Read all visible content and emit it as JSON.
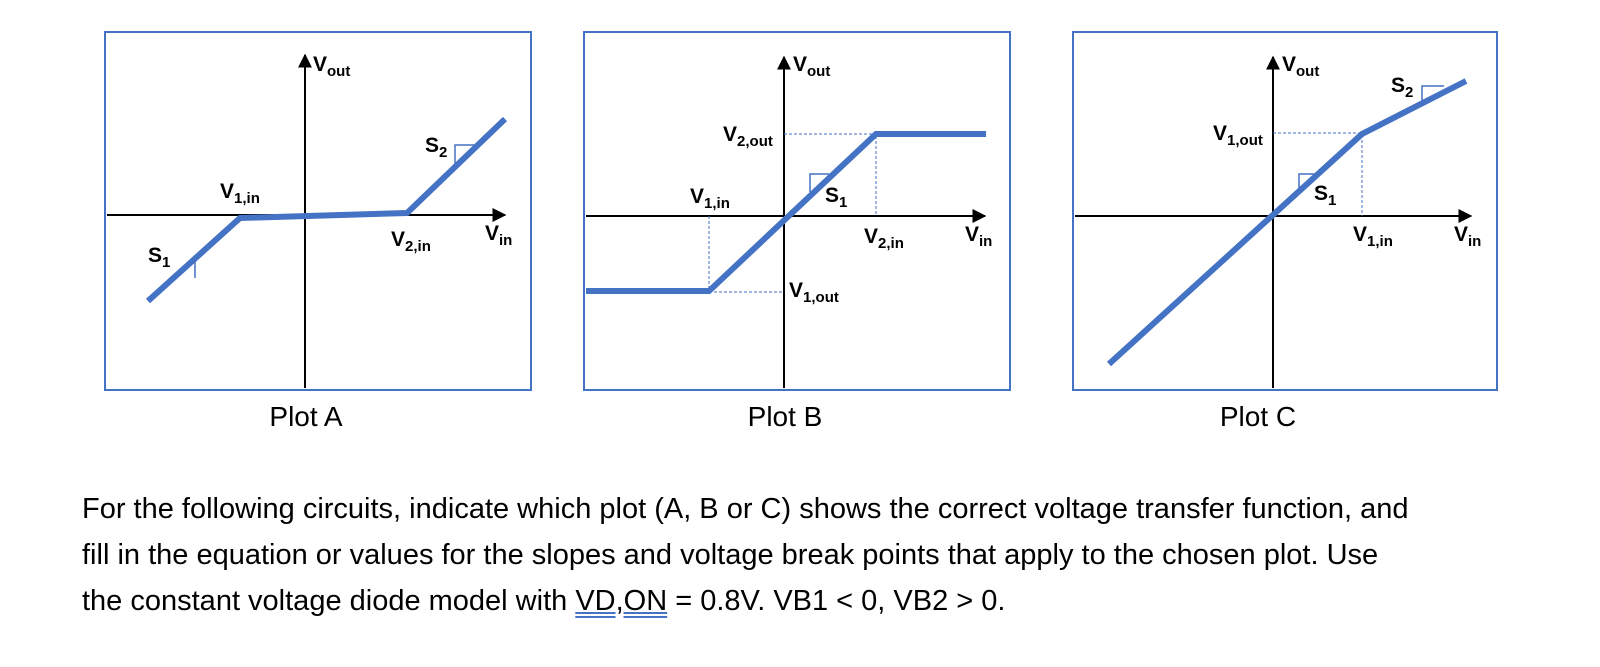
{
  "plots": [
    {
      "caption": "Plot A",
      "labels": {
        "vout": "V",
        "vout_sub": "out",
        "vin": "V",
        "vin_sub": "in",
        "v1in": "V",
        "v1in_sub": "1,in",
        "v2in": "V",
        "v2in_sub": "2,in",
        "s1": "S",
        "s1_sub": "1",
        "s2": "S",
        "s2_sub": "2"
      }
    },
    {
      "caption": "Plot B",
      "labels": {
        "vout": "V",
        "vout_sub": "out",
        "vin": "V",
        "vin_sub": "in",
        "v2out": "V",
        "v2out_sub": "2,out",
        "v1in": "V",
        "v1in_sub": "1,in",
        "s1": "S",
        "s1_sub": "1",
        "v2in": "V",
        "v2in_sub": "2,in",
        "v1out": "V",
        "v1out_sub": "1,out"
      }
    },
    {
      "caption": "Plot C",
      "labels": {
        "vout": "V",
        "vout_sub": "out",
        "vin": "V",
        "vin_sub": "in",
        "s2": "S",
        "s2_sub": "2",
        "v1out": "V",
        "v1out_sub": "1,out",
        "s1": "S",
        "s1_sub": "1",
        "v1in": "V",
        "v1in_sub": "1,in"
      }
    }
  ],
  "question": {
    "line1": "For the following circuits, indicate which plot (A, B or C) shows the correct voltage transfer function, and",
    "line2": "fill in the equation or values for the slopes and voltage break points that apply to the chosen plot. Use",
    "line3_pre": "the constant voltage diode model with ",
    "line3_vdon": "VD,ON",
    "line3_post": " = 0.8V. VB1 < 0, VB2 > 0."
  },
  "colors": {
    "frame": "#4472c4",
    "curve": "#4472c4",
    "axis": "#000000",
    "guide": "#4472c4"
  }
}
